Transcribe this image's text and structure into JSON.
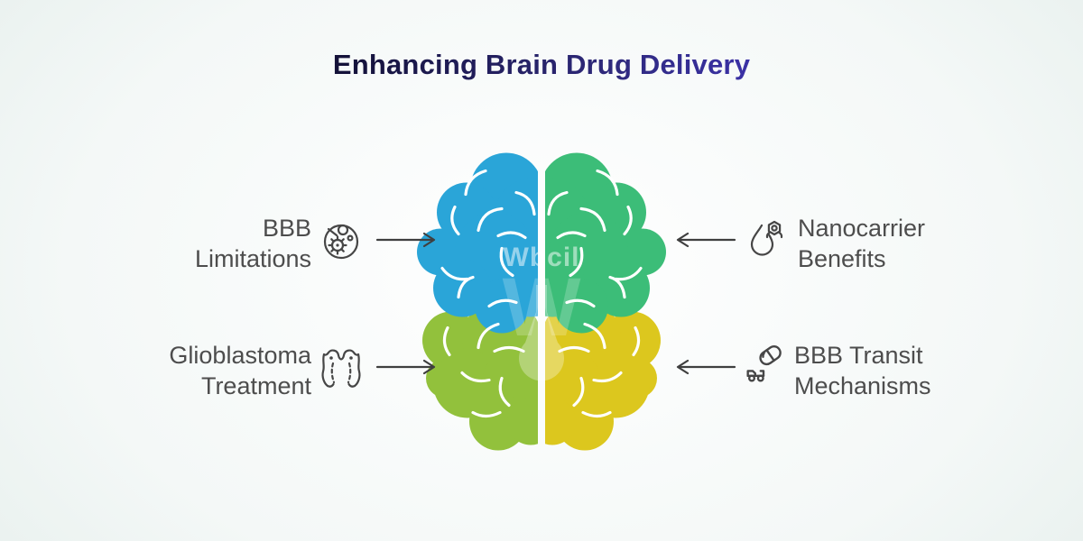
{
  "title": {
    "text": "Enhancing Brain Drug Delivery"
  },
  "watermark": {
    "brand": "Wbcil",
    "monogram": "W"
  },
  "callouts": {
    "bbb_limitations": {
      "line1": "BBB",
      "line2": "Limitations",
      "icon": "petri-dish-cells-icon"
    },
    "glioblastoma": {
      "line1": "Glioblastoma",
      "line2": "Treatment",
      "icon": "torso-icon"
    },
    "nanocarrier": {
      "line1": "Nanocarrier",
      "line2": "Benefits",
      "icon": "droplet-nanoparticle-icon"
    },
    "bbb_transit": {
      "line1": "BBB Transit",
      "line2": "Mechanisms",
      "icon": "truck-capsule-icon"
    }
  },
  "brain": {
    "regions": {
      "top_left": {
        "name": "frontal-left",
        "color": "#2aa5d8"
      },
      "top_right": {
        "name": "frontal-right",
        "color": "#3cbd78"
      },
      "bottom_left": {
        "name": "rear-left",
        "color": "#92c13c"
      },
      "bottom_right": {
        "name": "rear-right",
        "color": "#dcc71e"
      }
    }
  },
  "colors": {
    "title_gradient_start": "#07070f",
    "title_gradient_end": "#4c3fe0",
    "label_text": "#4d4d4d",
    "arrow": "#3f3f3f",
    "icon_stroke": "#464646",
    "gyri_line": "#ffffff",
    "background_edge": "#c5d8d4",
    "background_center": "#ffffff"
  }
}
